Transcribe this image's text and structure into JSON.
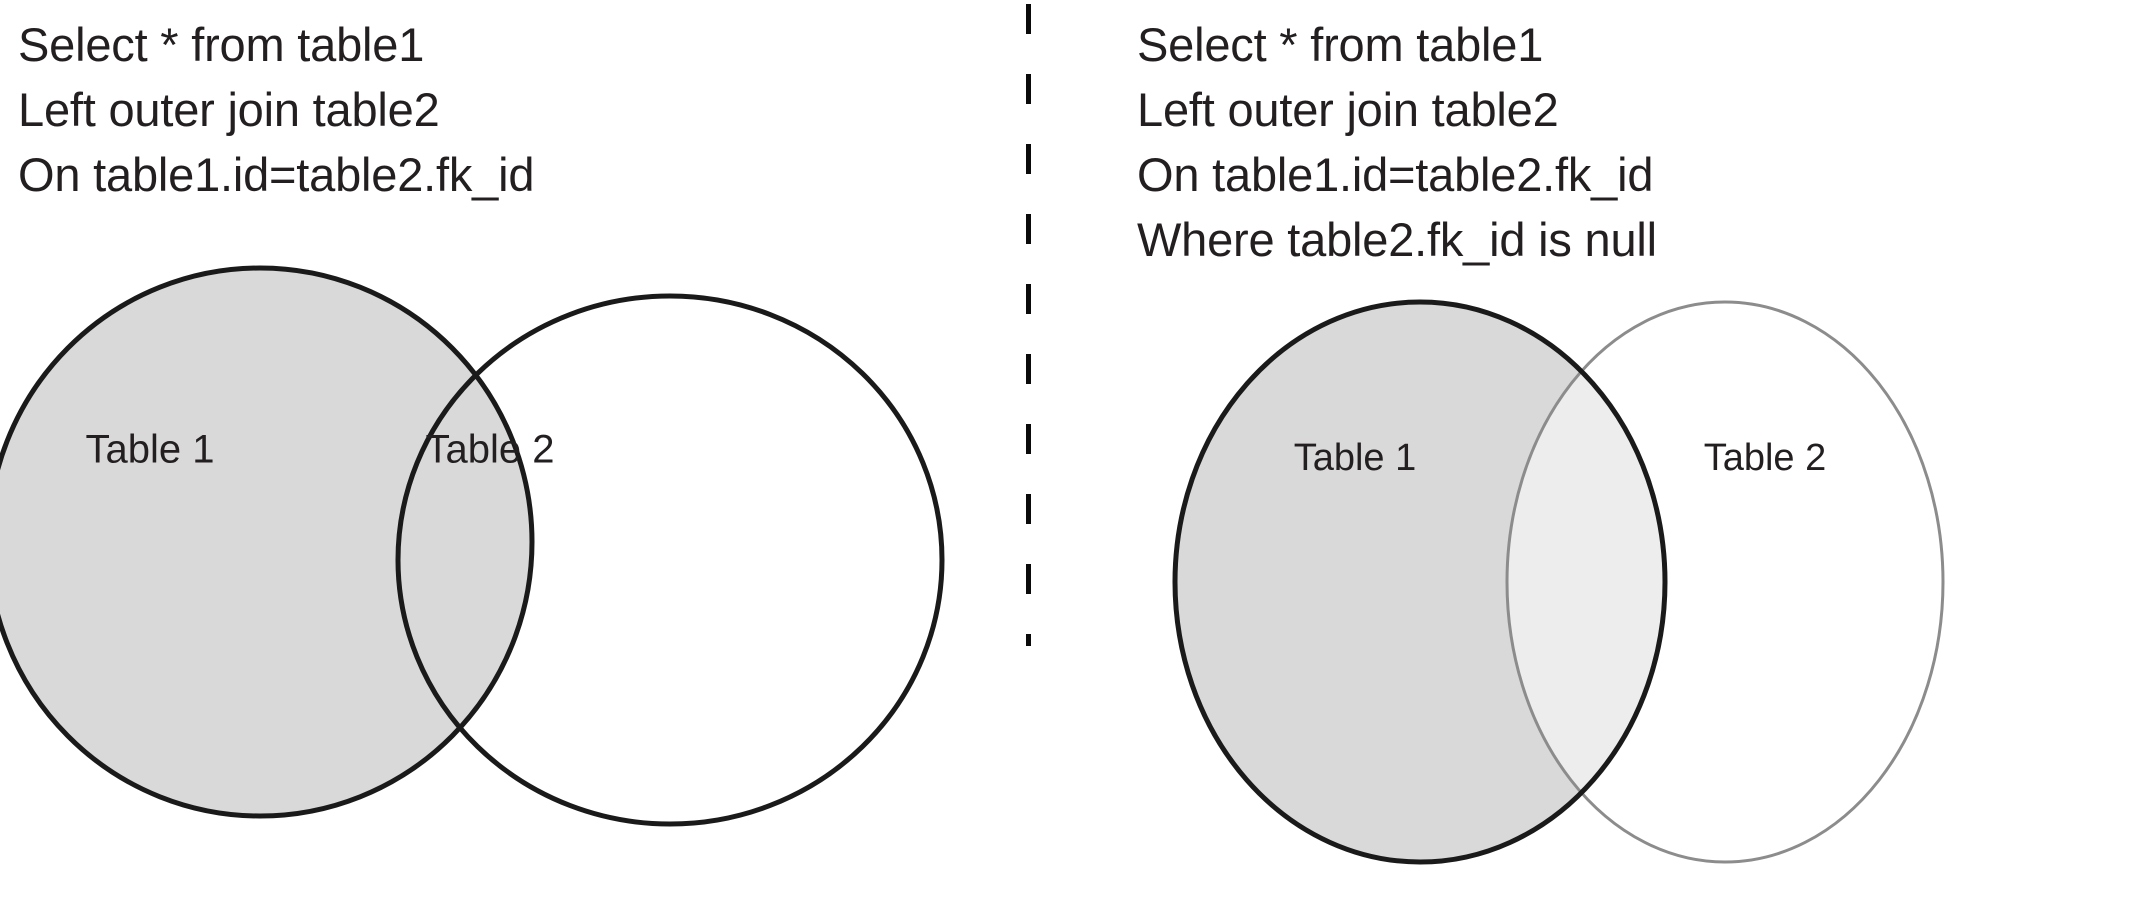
{
  "figure": {
    "title": "SQL LEFT OUTER JOIN Venn diagrams",
    "background_color": "#ffffff",
    "text_color": "#231f20"
  },
  "divider": {
    "style": "dashed-vertical",
    "color": "#0a0a0a"
  },
  "panels": [
    {
      "id": "left-panel",
      "query": {
        "lines": [
          "Select * from table1",
          "Left outer join table2",
          "On table1.id=table2.fk_id"
        ]
      },
      "diagram": {
        "type": "venn",
        "highlight": "left-circle-and-intersection",
        "circles": [
          {
            "id": "table1",
            "label": "Table 1",
            "fill": "#d9d9d9",
            "stroke": "#1a1a1a",
            "stroke_width": 5
          },
          {
            "id": "table2",
            "label": "Table 2",
            "fill": "#ffffff",
            "stroke": "#1a1a1a",
            "stroke_width": 5
          }
        ],
        "intersection": {
          "fill": "#d9d9d9"
        }
      }
    },
    {
      "id": "right-panel",
      "query": {
        "lines": [
          "Select * from table1",
          "Left outer join table2",
          "On table1.id=table2.fk_id",
          "Where table2.fk_id is null"
        ]
      },
      "diagram": {
        "type": "venn",
        "highlight": "left-circle-only",
        "circles": [
          {
            "id": "table1",
            "label": "Table 1",
            "fill": "#d9d9d9",
            "stroke": "#1a1a1a",
            "stroke_width": 5
          },
          {
            "id": "table2",
            "label": "Table 2",
            "fill": "#ffffff",
            "stroke": "#8c8c8c",
            "stroke_width": 3
          }
        ],
        "intersection": {
          "fill": "#ededed"
        }
      }
    }
  ],
  "chart_data": {
    "type": "diagram",
    "subtype": "venn",
    "title": "SQL LEFT OUTER JOIN set semantics",
    "sets": [
      "Table 1",
      "Table 2"
    ],
    "panels": [
      {
        "query": "Select * from table1 Left outer join table2 On table1.id=table2.fk_id",
        "shaded_regions": [
          "Table 1 only",
          "Table 1 ∩ Table 2"
        ],
        "unshaded_regions": [
          "Table 2 only"
        ]
      },
      {
        "query": "Select * from table1 Left outer join table2 On table1.id=table2.fk_id Where table2.fk_id is null",
        "shaded_regions": [
          "Table 1 only"
        ],
        "partially_shaded_regions": [
          "Table 1 ∩ Table 2"
        ],
        "unshaded_regions": [
          "Table 2 only"
        ]
      }
    ]
  }
}
